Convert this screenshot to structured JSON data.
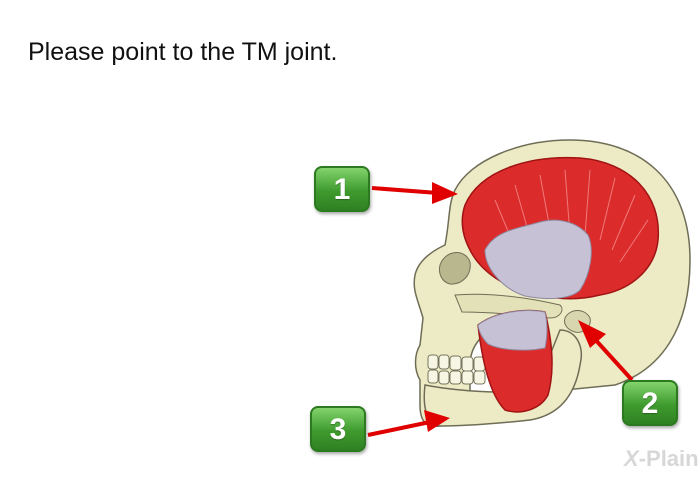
{
  "question": "Please point to the TM joint.",
  "buttons": [
    {
      "label": "1",
      "target": "temporalis muscle"
    },
    {
      "label": "2",
      "target": "TM joint"
    },
    {
      "label": "3",
      "target": "lower jaw"
    }
  ],
  "logo": {
    "mark": "X",
    "text": "-Plain"
  },
  "colors": {
    "button_green": "#3f9b2e",
    "arrow_red": "#e00000",
    "muscle_red": "#dc2b2b",
    "bone": "#ecebc6",
    "tendon": "#c7c1d6"
  }
}
